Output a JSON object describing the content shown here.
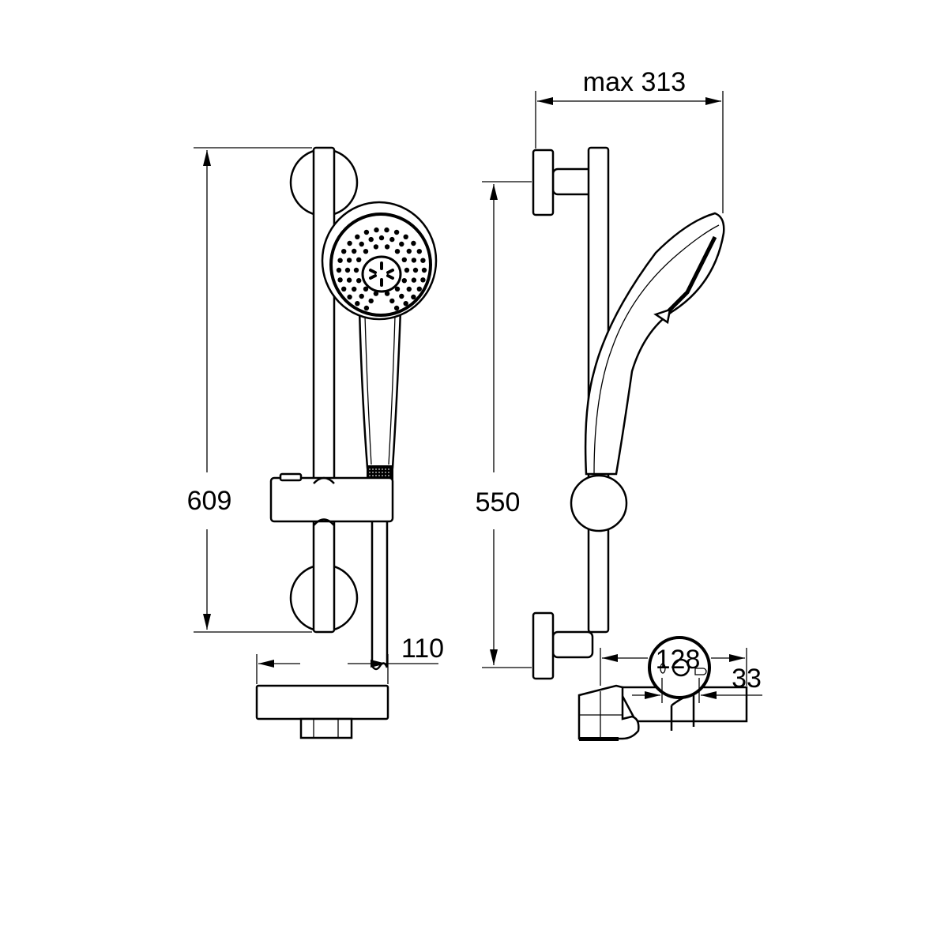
{
  "dimensions": {
    "total_height": "609",
    "bracket_spacing": "550",
    "max_projection": "max 313",
    "soap_dish_width": "110",
    "soap_dish_projection": "128",
    "hose_offset": "33"
  },
  "colors": {
    "line": "#000000",
    "background": "#ffffff"
  }
}
